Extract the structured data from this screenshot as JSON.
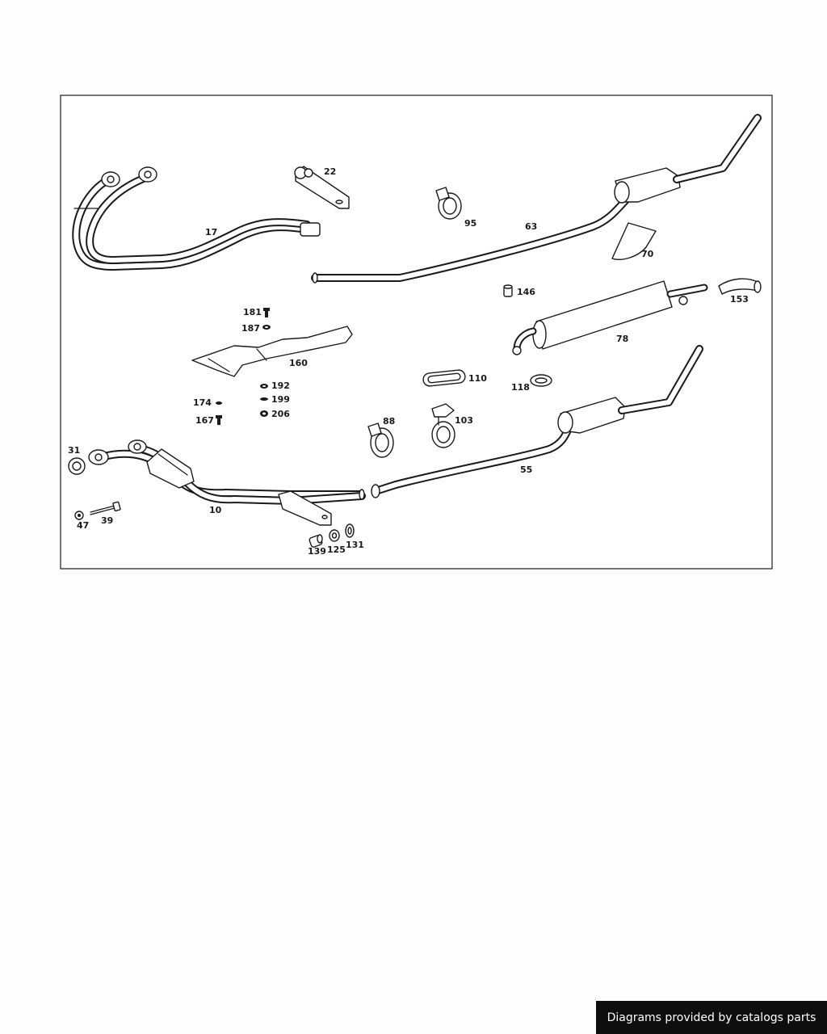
{
  "diagram": {
    "parts": [
      {
        "id": "17",
        "label": "17"
      },
      {
        "id": "22",
        "label": "22"
      },
      {
        "id": "95",
        "label": "95"
      },
      {
        "id": "63",
        "label": "63"
      },
      {
        "id": "70",
        "label": "70"
      },
      {
        "id": "146",
        "label": "146"
      },
      {
        "id": "153",
        "label": "153"
      },
      {
        "id": "181",
        "label": "181"
      },
      {
        "id": "187",
        "label": "187"
      },
      {
        "id": "160",
        "label": "160"
      },
      {
        "id": "78",
        "label": "78"
      },
      {
        "id": "110",
        "label": "110"
      },
      {
        "id": "118",
        "label": "118"
      },
      {
        "id": "192",
        "label": "192"
      },
      {
        "id": "199",
        "label": "199"
      },
      {
        "id": "206",
        "label": "206"
      },
      {
        "id": "174",
        "label": "174"
      },
      {
        "id": "167",
        "label": "167"
      },
      {
        "id": "88",
        "label": "88"
      },
      {
        "id": "103",
        "label": "103"
      },
      {
        "id": "31",
        "label": "31"
      },
      {
        "id": "55",
        "label": "55"
      },
      {
        "id": "10",
        "label": "10"
      },
      {
        "id": "47",
        "label": "47"
      },
      {
        "id": "39",
        "label": "39"
      },
      {
        "id": "139",
        "label": "139"
      },
      {
        "id": "125",
        "label": "125"
      },
      {
        "id": "131",
        "label": "131"
      }
    ]
  },
  "footer": {
    "watermark": "Diagrams provided by catalogs parts"
  }
}
